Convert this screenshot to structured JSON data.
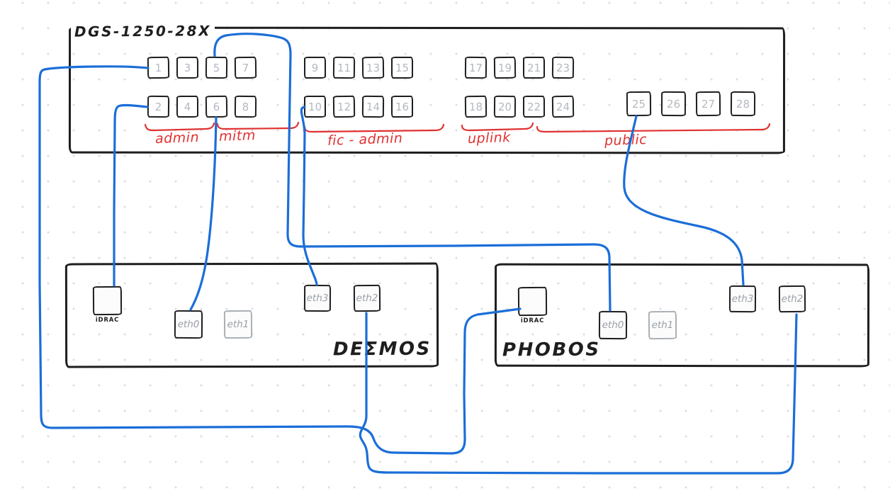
{
  "switch": {
    "title": "DGS-1250-28X",
    "port_rows": {
      "top": [
        "1",
        "3",
        "5",
        "7",
        "9",
        "11",
        "13",
        "15",
        "17",
        "19",
        "21",
        "23"
      ],
      "bottom": [
        "2",
        "4",
        "6",
        "8",
        "10",
        "12",
        "14",
        "16",
        "18",
        "20",
        "22",
        "24"
      ],
      "sfp": [
        "25",
        "26",
        "27",
        "28"
      ]
    },
    "groups": [
      {
        "label": "admin",
        "ports": "1-4"
      },
      {
        "label": "mitm",
        "ports": "5-8"
      },
      {
        "label": "fic - admin",
        "ports": "9-16"
      },
      {
        "label": "uplink",
        "ports": "17-20"
      },
      {
        "label": "public",
        "ports": "21-28"
      }
    ]
  },
  "servers": [
    {
      "name": "DEΣMOS",
      "ports": [
        {
          "id": "idrac",
          "label": "iDRAC"
        },
        {
          "id": "eth0",
          "label": "eth0"
        },
        {
          "id": "eth1",
          "label": "eth1"
        },
        {
          "id": "eth3",
          "label": "eth3"
        },
        {
          "id": "eth2",
          "label": "eth2"
        }
      ]
    },
    {
      "name": "PHOBOS",
      "ports": [
        {
          "id": "idrac",
          "label": "iDRAC"
        },
        {
          "id": "eth0",
          "label": "eth0"
        },
        {
          "id": "eth1",
          "label": "eth1"
        },
        {
          "id": "eth3",
          "label": "eth3"
        },
        {
          "id": "eth2",
          "label": "eth2"
        }
      ]
    }
  ],
  "connections": [
    {
      "from": "switch port 1 (admin)",
      "to": "PHOBOS iDRAC"
    },
    {
      "from": "switch port 2 (admin)",
      "to": "DEΣMOS iDRAC"
    },
    {
      "from": "switch port 5 (mitm)",
      "to": "PHOBOS eth0"
    },
    {
      "from": "switch port 6 (mitm)",
      "to": "DEΣMOS eth0"
    },
    {
      "from": "switch port 10 (fic - admin)",
      "to": "DEΣMOS eth3"
    },
    {
      "from": "switch port 25 (public)",
      "to": "PHOBOS eth3"
    },
    {
      "from": "DEΣMOS eth2",
      "to": "PHOBOS eth2"
    }
  ],
  "colors": {
    "ink": "#1e1e1e",
    "cable": "#1b6ed8",
    "group": "#e03131",
    "port_number": "#b3b9c0",
    "eth_label": "#9aa0a8"
  }
}
